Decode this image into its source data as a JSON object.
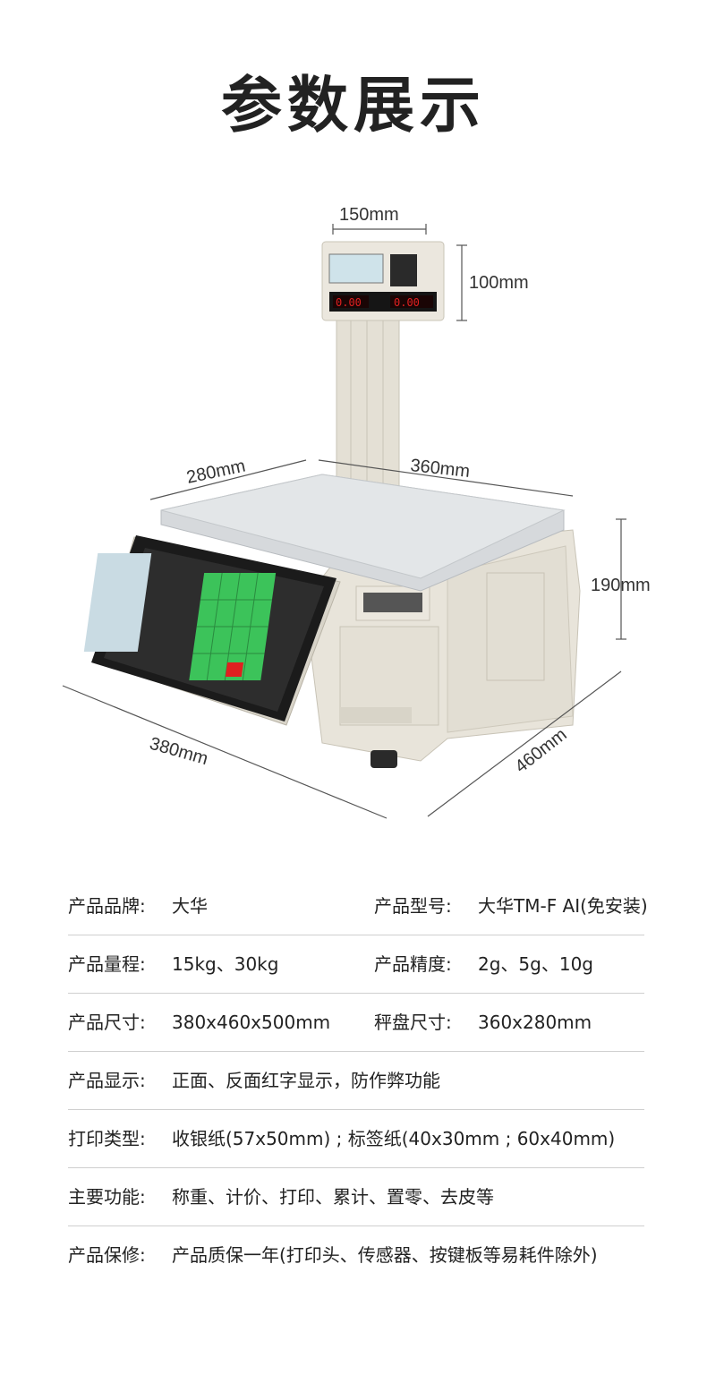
{
  "title": "参数展示",
  "dimensions": {
    "pole_width": "150mm",
    "head_height": "100mm",
    "platter_depth": "280mm",
    "platter_width": "360mm",
    "body_height": "190mm",
    "base_width": "380mm",
    "base_depth": "460mm"
  },
  "display": {
    "left_readout": "0.00",
    "right_readout": "0.00"
  },
  "specs": [
    {
      "label1": "产品品牌:",
      "value1": "大华",
      "label2": "产品型号:",
      "value2": "大华TM-F AI(免安装)"
    },
    {
      "label1": "产品量程:",
      "value1": "15kg、30kg",
      "label2": "产品精度:",
      "value2": "2g、5g、10g"
    },
    {
      "label1": "产品尺寸:",
      "value1": "380x460x500mm",
      "label2": "秤盘尺寸:",
      "value2": "360x280mm"
    },
    {
      "label1": "产品显示:",
      "value1": "正面、反面红字显示，防作弊功能"
    },
    {
      "label1": "打印类型:",
      "value1": "收银纸(57x50mm) ; 标签纸(40x30mm ; 60x40mm)"
    },
    {
      "label1": "主要功能:",
      "value1": "称重、计价、打印、累计、置零、去皮等"
    },
    {
      "label1": "产品保修:",
      "value1": "产品质保一年(打印头、传感器、按键板等易耗件除外)"
    }
  ],
  "colors": {
    "body": "#e6e2d8",
    "platter": "#d9dcdf",
    "screen": "#1c1c1c",
    "keypad_green": "#3cc35a",
    "led_red": "#e02020"
  }
}
